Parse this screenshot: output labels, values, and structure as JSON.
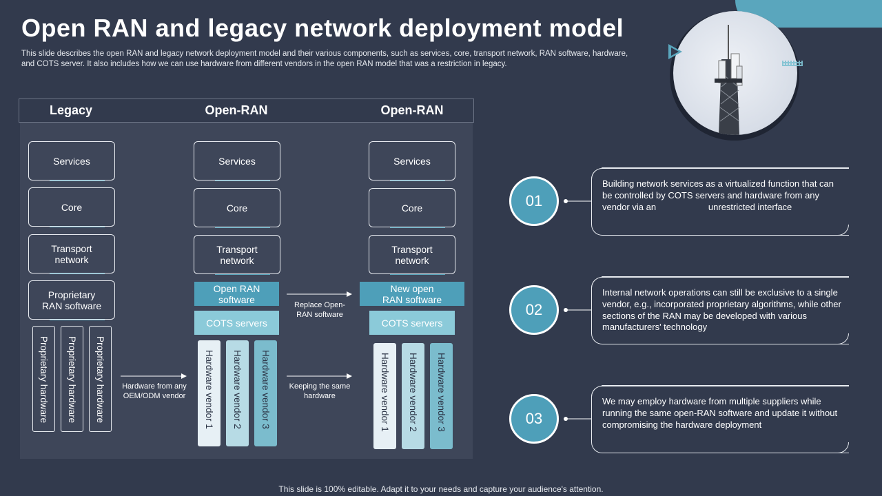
{
  "title": "Open RAN and legacy network deployment model",
  "description": "This slide describes the open RAN and legacy network deployment model and their various components, such as services, core, transport network, RAN software, hardware, and COTS server. It also includes how we can use hardware from different vendors in the open RAN model that was a restriction in legacy.",
  "footer": "This slide is 100% editable. Adapt it to your needs and capture your audience's attention.",
  "diagram": {
    "columns": [
      "Legacy",
      "Open-RAN",
      "Open-RAN"
    ],
    "legacy": {
      "services": "Services",
      "core": "Core",
      "transport": "Transport network",
      "software": "Proprietary RAN software",
      "hardware": [
        "Proprietary hardware",
        "Proprietary hardware",
        "Proprietary hardware"
      ]
    },
    "openran1": {
      "services": "Services",
      "core": "Core",
      "transport": "Transport network",
      "software": "Open RAN software",
      "cots": "COTS servers",
      "hardware": [
        "Hardware vendor 1",
        "Hardware vendor 2",
        "Hardware vendor 3"
      ]
    },
    "openran2": {
      "services": "Services",
      "core": "Core",
      "transport": "Transport network",
      "software": "New open RAN software",
      "cots": "COTS servers",
      "hardware": [
        "Hardware vendor 1",
        "Hardware vendor 2",
        "Hardware vendor 3"
      ]
    },
    "arrows": {
      "oem": "Hardware from any OEM/ODM vendor",
      "replace": "Replace Open-RAN software",
      "keeping": "Keeping the same hardware"
    }
  },
  "points": [
    {
      "num": "01",
      "text": "Building network services as a virtualized function that can be controlled by COTS servers and hardware from any vendor via an                     unrestricted interface"
    },
    {
      "num": "02",
      "text": "Internal network operations can still be exclusive to a single vendor, e.g., incorporated proprietary algorithms, while other sections of the RAN may be developed with various manufacturers' technology"
    },
    {
      "num": "03",
      "text": "We may employ hardware from multiple suppliers while running the same open-RAN software and update it without compromising the hardware deployment"
    }
  ],
  "colors": {
    "background": "#323a4d",
    "accent": "#4e9fb9",
    "light_accent": "#8bcad9"
  },
  "icons": [
    "cell-tower-photo"
  ]
}
